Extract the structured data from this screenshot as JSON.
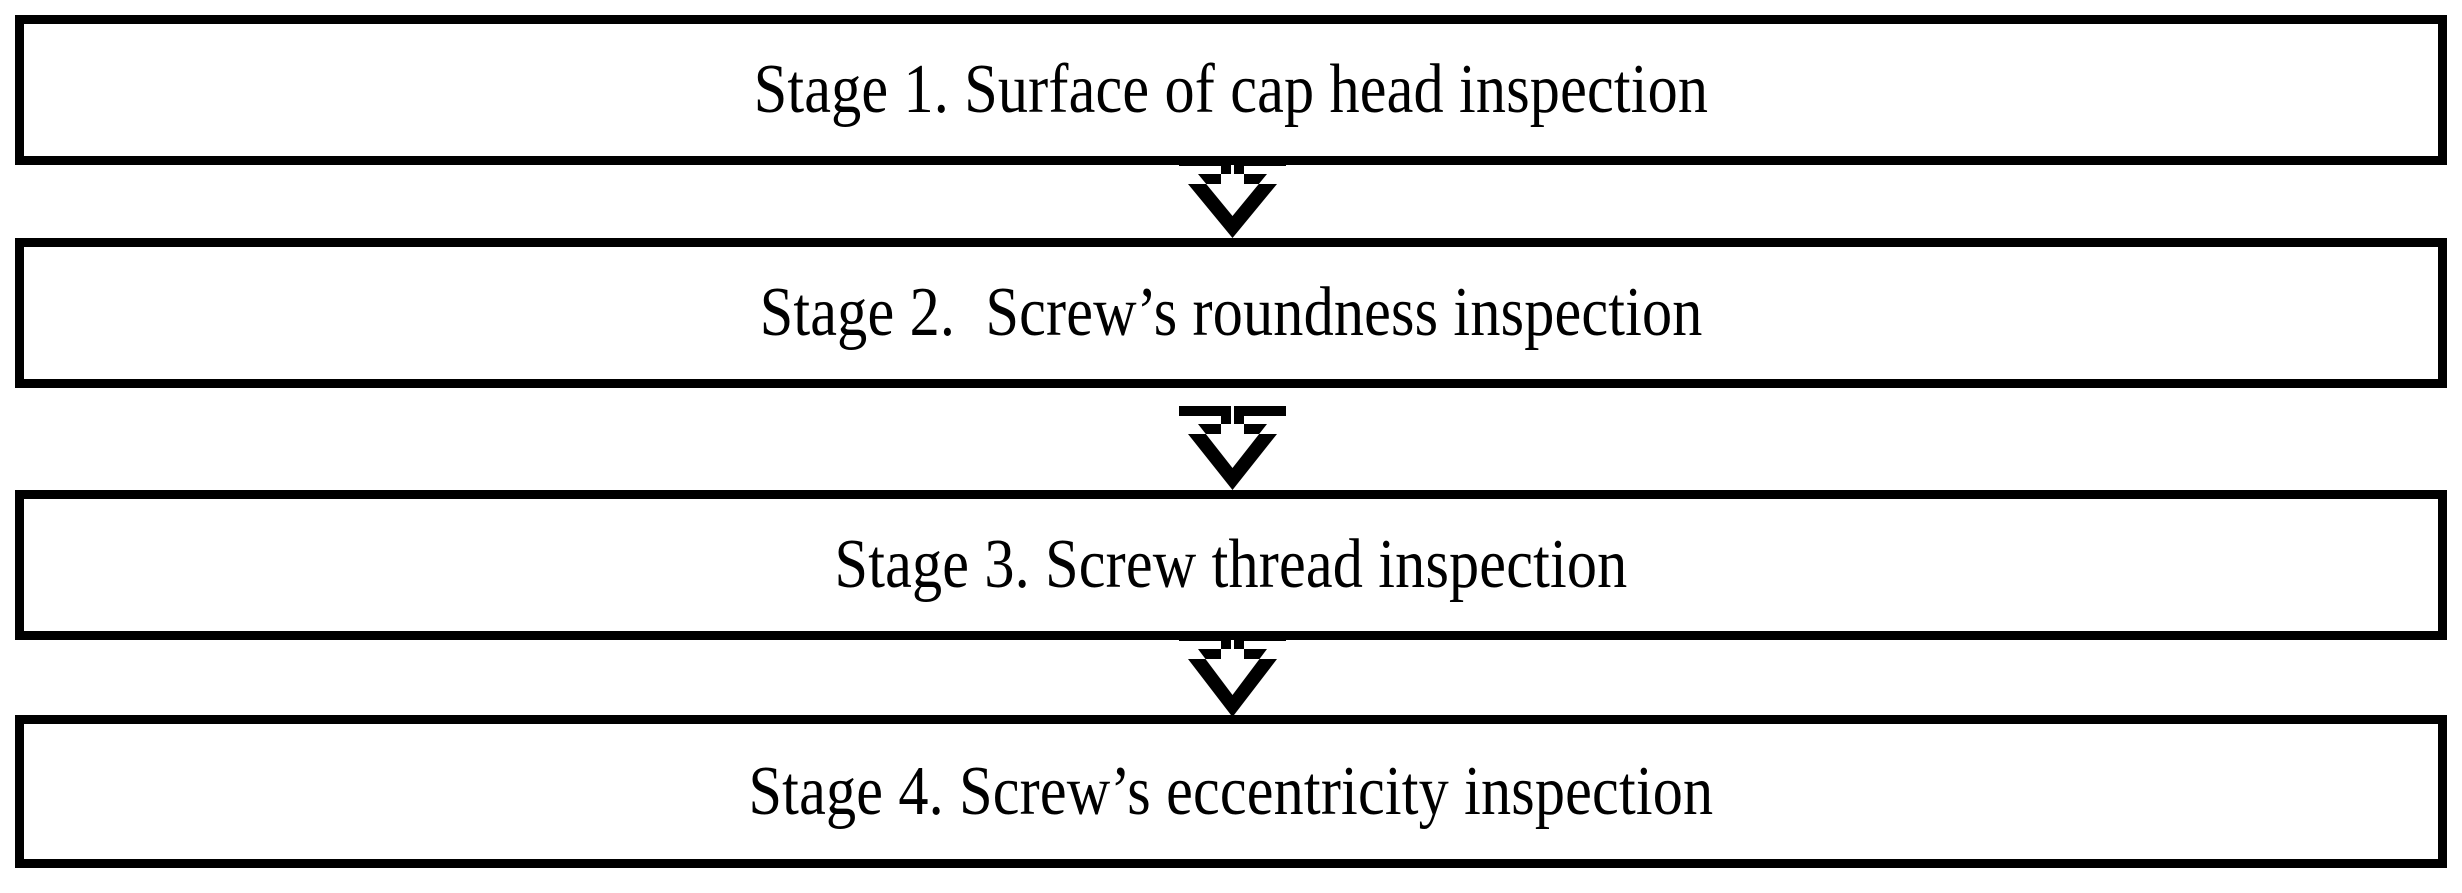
{
  "diagram": {
    "title": "Screw inspection stage flowchart",
    "orientation": "vertical-top-to-bottom",
    "colors": {
      "stroke": "#000000",
      "fill": "#ffffff",
      "text": "#000000"
    },
    "nodes": [
      {
        "id": "stage-1",
        "label": "Stage 1. Surface of cap head inspection"
      },
      {
        "id": "stage-2",
        "label": "Stage 2.  Screw’s roundness inspection"
      },
      {
        "id": "stage-3",
        "label": "Stage 3. Screw thread inspection"
      },
      {
        "id": "stage-4",
        "label": "Stage 4. Screw’s eccentricity inspection"
      }
    ],
    "connectors": [
      {
        "id": "arrow-1-to-2",
        "from": "stage-1",
        "to": "stage-2",
        "style": "hollow-down-arrow"
      },
      {
        "id": "arrow-2-to-3",
        "from": "stage-2",
        "to": "stage-3",
        "style": "hollow-down-arrow"
      },
      {
        "id": "arrow-3-to-4",
        "from": "stage-3",
        "to": "stage-4",
        "style": "hollow-down-arrow"
      }
    ]
  }
}
